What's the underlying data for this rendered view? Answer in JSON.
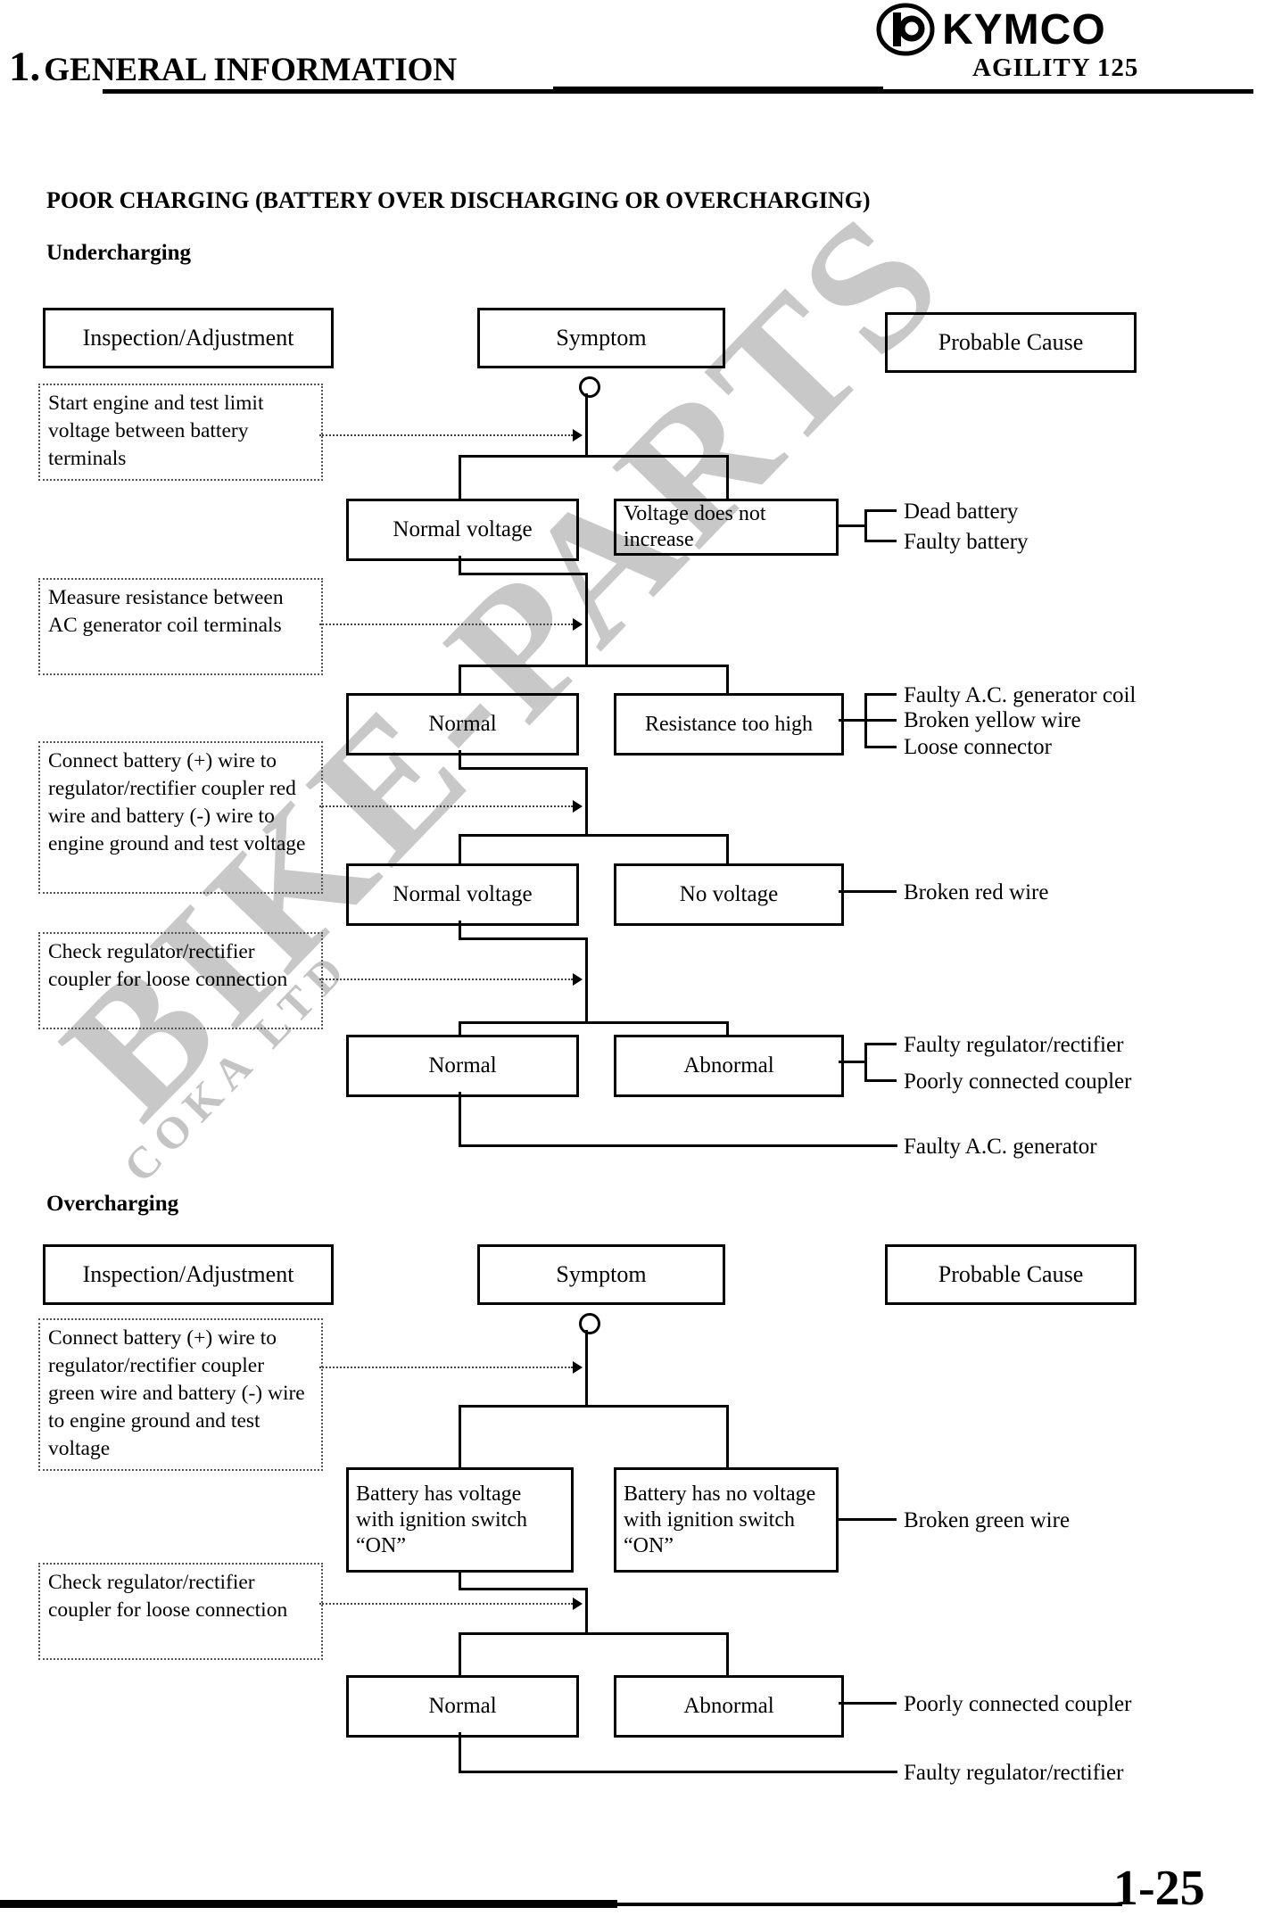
{
  "brand": {
    "logo_text": "KYMCO"
  },
  "header": {
    "chapter_number": "1.",
    "chapter_title": "GENERAL INFORMATION",
    "model": "AGILITY 125"
  },
  "watermark": {
    "line1": "BIKE-PARTS",
    "line2": "COKA LTD"
  },
  "page": {
    "title": "POOR CHARGING (BATTERY OVER DISCHARGING OR OVERCHARGING)",
    "number": "1-25"
  },
  "columns": {
    "inspection": "Inspection/Adjustment",
    "symptom": "Symptom",
    "cause": "Probable Cause"
  },
  "undercharging": {
    "heading": "Undercharging",
    "inspections": [
      "Start engine and test limit voltage between battery terminals",
      "Measure resistance between AC generator coil terminals",
      "Connect battery (+) wire to regulator/rectifier coupler red wire and battery (-) wire to engine ground and test voltage",
      "Check regulator/rectifier coupler for loose connection"
    ],
    "rows": [
      {
        "left": "Normal voltage",
        "right": "Voltage does not increase",
        "causes": [
          "Dead battery",
          "Faulty battery"
        ]
      },
      {
        "left": "Normal",
        "right": "Resistance too high",
        "causes": [
          "Faulty A.C. generator coil",
          "Broken yellow wire",
          "Loose connector"
        ]
      },
      {
        "left": "Normal voltage",
        "right": "No voltage",
        "causes": [
          "Broken red wire"
        ]
      },
      {
        "left": "Normal",
        "right": "Abnormal",
        "causes": [
          "Faulty regulator/rectifier",
          "Poorly connected coupler"
        ]
      }
    ],
    "final_cause": "Faulty A.C. generator"
  },
  "overcharging": {
    "heading": "Overcharging",
    "inspections": [
      "Connect battery (+) wire to regulator/rectifier coupler green wire and battery (-) wire to engine ground and test voltage",
      "Check regulator/rectifier coupler for loose connection"
    ],
    "rows": [
      {
        "left": "Battery has voltage with ignition switch “ON”",
        "right": "Battery has no voltage with ignition switch “ON”",
        "causes": [
          "Broken green wire"
        ]
      },
      {
        "left": "Normal",
        "right": "Abnormal",
        "causes": [
          "Poorly connected coupler"
        ]
      }
    ],
    "final_cause": "Faulty regulator/rectifier"
  }
}
